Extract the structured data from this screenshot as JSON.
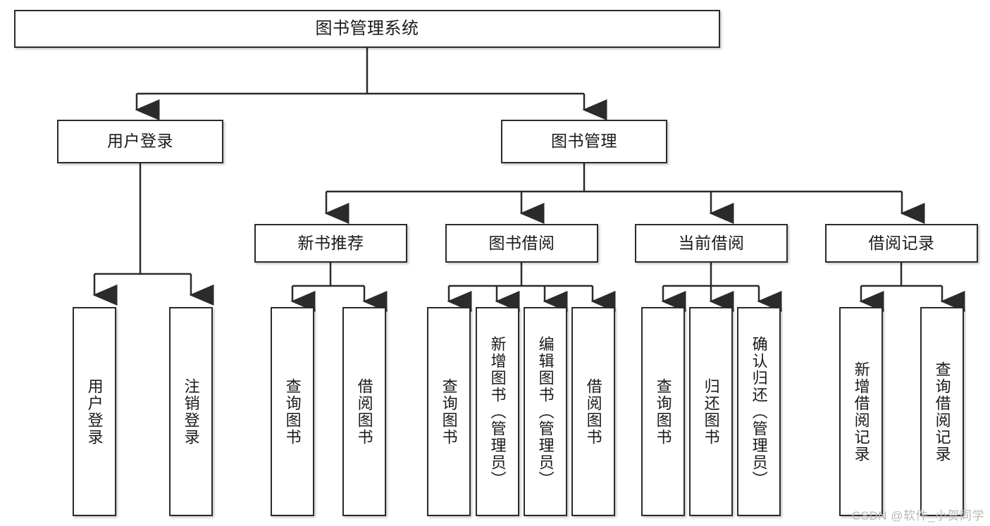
{
  "diagram": {
    "title": "图书管理系统",
    "type": "tree",
    "orientation": "top-down",
    "colors": {
      "box_border": "#2b2b2b",
      "box_fill": "#ffffff",
      "edge": "#2b2b2b",
      "text": "#1a1a1a",
      "watermark": "#b9b9b9"
    },
    "nodes": {
      "root": {
        "label": "图书管理系统",
        "level": 0
      },
      "level1": [
        {
          "id": "user-login",
          "label": "用户登录"
        },
        {
          "id": "book-manage",
          "label": "图书管理"
        }
      ],
      "level2": [
        {
          "id": "new-book-rec",
          "label": "新书推荐"
        },
        {
          "id": "book-borrow",
          "label": "图书借阅"
        },
        {
          "id": "current-borrow",
          "label": "当前借阅"
        },
        {
          "id": "borrow-record",
          "label": "借阅记录"
        }
      ],
      "leaves": {
        "user_login": [
          {
            "id": "leaf-user-login",
            "label": "用户登录"
          },
          {
            "id": "leaf-logout",
            "label": "注销登录"
          }
        ],
        "new_book_rec": [
          {
            "id": "leaf-query-book-1",
            "label": "查询图书"
          },
          {
            "id": "leaf-borrow-book-1",
            "label": "借阅图书"
          }
        ],
        "book_borrow": [
          {
            "id": "leaf-query-book-2",
            "label": "查询图书"
          },
          {
            "id": "leaf-add-book",
            "label": "新增图书（管理员）"
          },
          {
            "id": "leaf-edit-book",
            "label": "编辑图书（管理员）"
          },
          {
            "id": "leaf-borrow-book-2",
            "label": "借阅图书"
          }
        ],
        "current_borrow": [
          {
            "id": "leaf-query-book-3",
            "label": "查询图书"
          },
          {
            "id": "leaf-return-book",
            "label": "归还图书"
          },
          {
            "id": "leaf-confirm-return",
            "label": "确认归还（管理员）"
          }
        ],
        "borrow_record": [
          {
            "id": "leaf-add-record",
            "label": "新增借阅记录"
          },
          {
            "id": "leaf-query-record",
            "label": "查询借阅记录"
          }
        ]
      }
    }
  },
  "watermark": {
    "text": "CSDN @软件_小贺同学"
  }
}
